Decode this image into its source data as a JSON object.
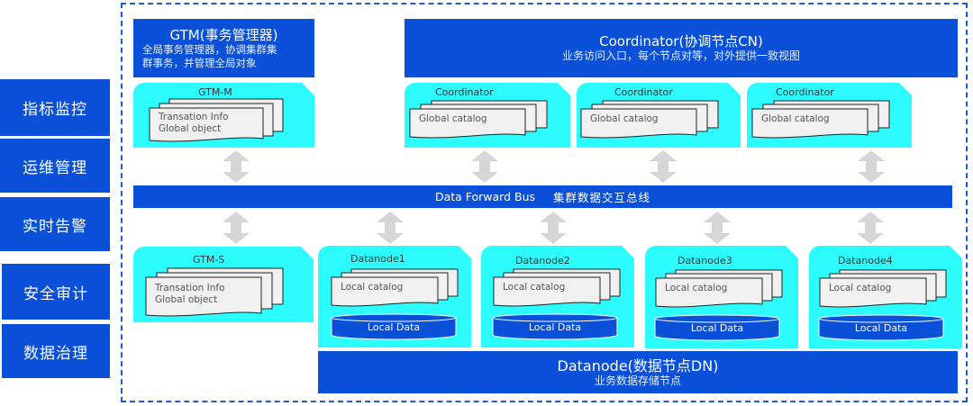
{
  "sidebar": {
    "items": [
      {
        "label": "指标监控"
      },
      {
        "label": "运维管理"
      },
      {
        "label": "实时告警"
      },
      {
        "label": "安全审计"
      },
      {
        "label": "数据治理"
      }
    ]
  },
  "gtm_header": {
    "title": "GTM(事务管理器)",
    "desc_line1": "全局事务管理器，协调集群集",
    "desc_line2": "群事务，并管理全局对象"
  },
  "coordinator_header": {
    "title": "Coordinator(协调节点CN)",
    "desc": "业务访问入口，每个节点对等，对外提供一致视图"
  },
  "gtm_m": {
    "title": "GTM-M",
    "line1": "Transation Info",
    "line2": "Global object"
  },
  "coordinators": [
    {
      "title": "Coordinator",
      "doc": "Global catalog"
    },
    {
      "title": "Coordinator",
      "doc": "Global catalog"
    },
    {
      "title": "Coordinator",
      "doc": "Global catalog"
    }
  ],
  "bus": {
    "label_en": "Data Forward Bus",
    "label_zh": "集群数据交互总线"
  },
  "gtm_s": {
    "title": "GTM-S",
    "line1": "Transation Info",
    "line2": "Global object"
  },
  "datanodes": [
    {
      "title": "Datanode1",
      "doc": "Local catalog",
      "storage": "Local Data"
    },
    {
      "title": "Datanode2",
      "doc": "Local catalog",
      "storage": "Local Data"
    },
    {
      "title": "Datanode3",
      "doc": "Local catalog",
      "storage": "Local Data"
    },
    {
      "title": "Datanode4",
      "doc": "Local catalog",
      "storage": "Local Data"
    }
  ],
  "datanode_header": {
    "title": "Datanode(数据节点DN)",
    "desc": "业务数据存储节点"
  },
  "colors": {
    "primary_blue": "#0a50d8",
    "node_cyan": "#2dfcff",
    "arrow_gray": "#d6d6d6",
    "doc_fill": "#f0f0f0"
  }
}
